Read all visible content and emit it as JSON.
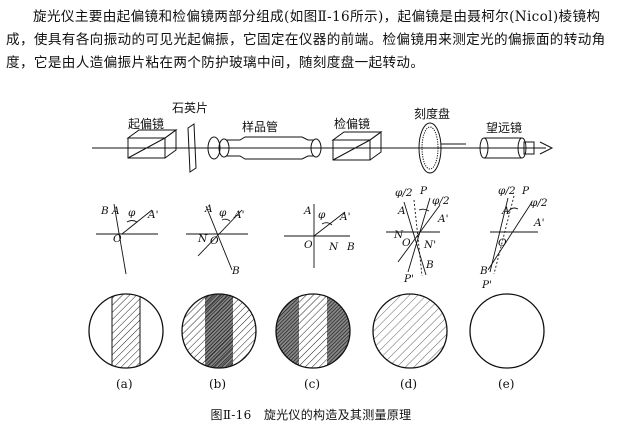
{
  "paragraph": "旋光仪主要由起偏镜和检偏镜两部分组成(如图Ⅱ-16所示)，起偏镜是由聂柯尔(Nicol)棱镜构成，使具有各向振动的可见光起偏振，它固定在仪器的前端。检偏镜用来测定光的偏振面的转动角度，它是由人造偏振片粘在两个防护玻璃中间，随刻度盘一起转动。",
  "apparatus_labels": {
    "polarizer": "起偏镜",
    "quartz": "石英片",
    "sample_tube": "样品管",
    "analyzer": "检偏镜",
    "dial": "刻度盘",
    "telescope": "望远镜"
  },
  "vector_labels": {
    "a": [
      "B",
      "A",
      "φ",
      "A'",
      "O"
    ],
    "b": [
      "A",
      "φ",
      "A'",
      "N",
      "O",
      "B"
    ],
    "c": [
      "A",
      "φ",
      "A'",
      "O",
      "N",
      "B"
    ],
    "d": [
      "φ/2",
      "P",
      "φ/2",
      "A",
      "A'",
      "N",
      "N'",
      "O",
      "B",
      "P'"
    ],
    "e": [
      "φ/2",
      "P",
      "φ/2",
      "A",
      "A'",
      "O",
      "B",
      "P'"
    ]
  },
  "field_labels": [
    "(a)",
    "(b)",
    "(c)",
    "(d)",
    "(e)"
  ],
  "caption": "图Ⅱ-16　旋光仪的构造及其测量原理"
}
